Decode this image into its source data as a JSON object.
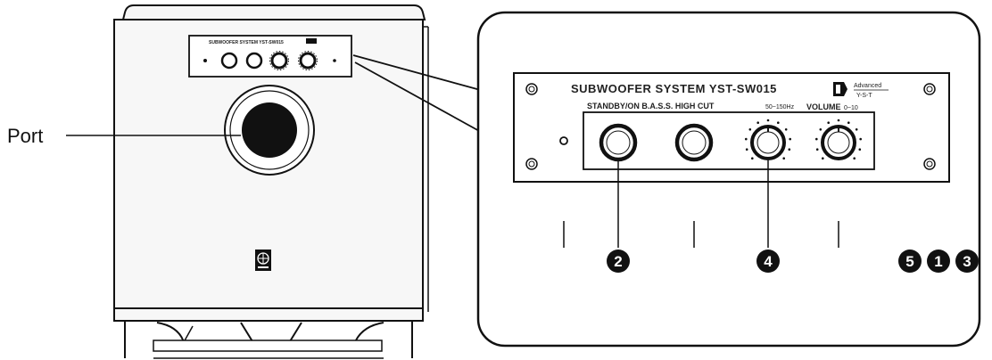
{
  "labels": {
    "port": "Port"
  },
  "mini_panel": {
    "title": "SUBWOOFER SYSTEM YST-SW015"
  },
  "panel": {
    "title": "SUBWOOFER SYSTEM YST-SW015",
    "badge": "Advanced",
    "badge_sub": "Y-S-T",
    "controls_label": "STANDBY/ON B.A.S.S. HIGH CUT",
    "freq_label": "50~150Hz",
    "volume_label": "VOLUME",
    "volume_range": "0~10"
  },
  "callouts": [
    "2",
    "4",
    "5",
    "1",
    "3"
  ],
  "colors": {
    "line": "#111111",
    "port_fill": "#111111",
    "cabinet_fill": "#f7f7f7",
    "background": "#ffffff"
  }
}
